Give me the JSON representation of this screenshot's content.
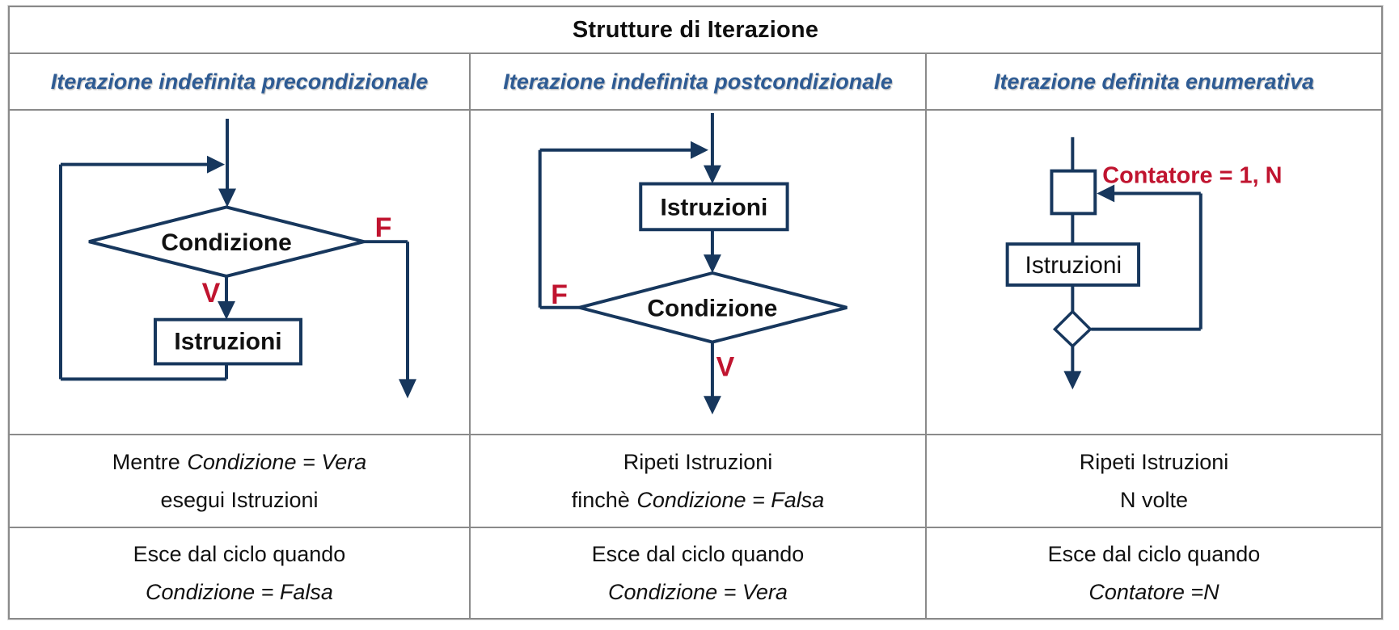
{
  "title": "Strutture di Iterazione",
  "colors": {
    "flow_line_navy": "#17375D",
    "branch_label_red": "#C0142F",
    "header_blue": "#2E5B93",
    "grid_gray": "#8A8A8A",
    "body_text": "#111111"
  },
  "columns": [
    {
      "header": "Iterazione indefinita precondizionale",
      "diagram": {
        "decision": "Condizione",
        "process": "Istruzioni",
        "false_label": "F",
        "true_label": "V"
      },
      "rule": {
        "line1_regular": "Mentre",
        "line1_italic": "Condizione = Vera",
        "line2_regular": "esegui Istruzioni"
      },
      "exit": {
        "line1": "Esce dal ciclo quando",
        "line2_italic": "Condizione = Falsa"
      }
    },
    {
      "header": "Iterazione indefinita postcondizionale",
      "diagram": {
        "process": "Istruzioni",
        "decision": "Condizione",
        "false_label": "F",
        "true_label": "V"
      },
      "rule": {
        "line1_regular": "Ripeti Istruzioni",
        "line2_regular": "finchè",
        "line2_italic": "Condizione = Falsa"
      },
      "exit": {
        "line1": "Esce dal ciclo quando",
        "line2_italic": "Condizione = Vera"
      }
    },
    {
      "header": "Iterazione definita enumerativa",
      "diagram": {
        "process": "Istruzioni",
        "counter_label": "Contatore = 1, N"
      },
      "rule": {
        "line1_regular": "Ripeti Istruzioni",
        "line2_regular": "N volte"
      },
      "exit": {
        "line1": "Esce dal ciclo quando",
        "line2_italic": "Contatore =N"
      }
    }
  ]
}
